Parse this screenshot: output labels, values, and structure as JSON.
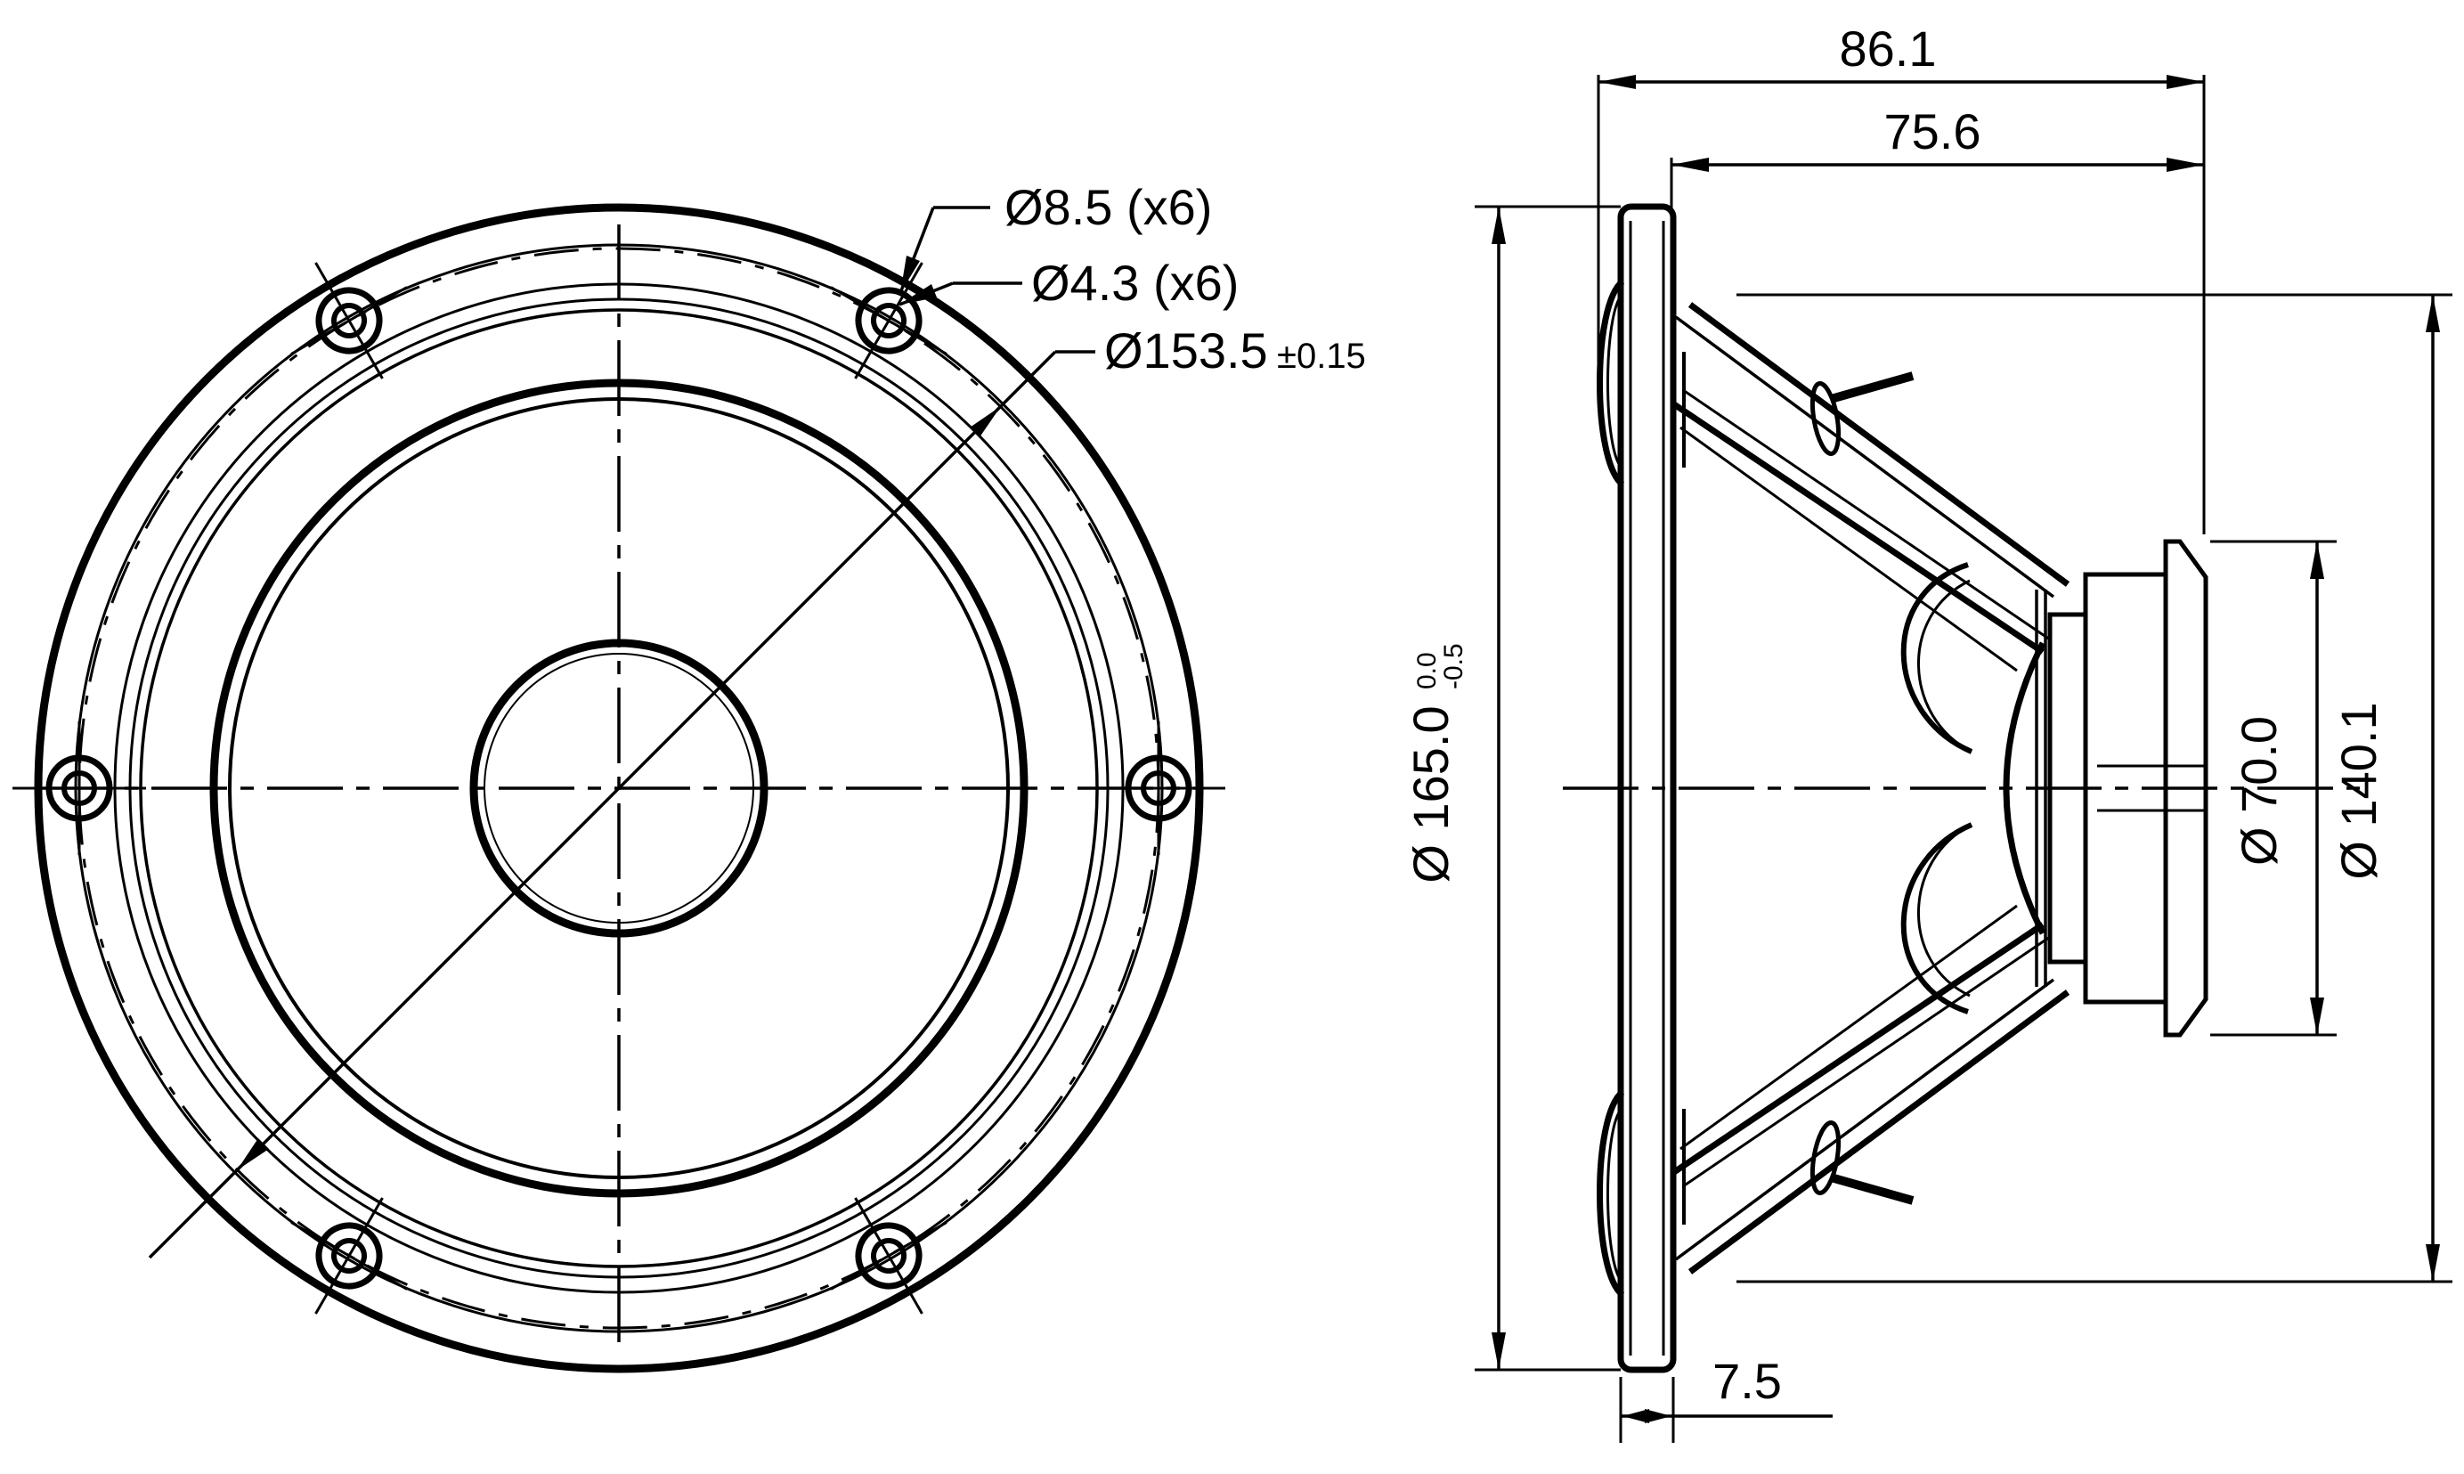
{
  "drawing": {
    "type": "loudspeaker-driver-dimensional-drawing",
    "line_color": "#000000",
    "background": "#ffffff",
    "front_view": {
      "labels": {
        "mount_hole_outer": "Ø8.5 (x6)",
        "mount_hole_inner": "Ø4.3 (x6)",
        "bolt_circle": "Ø153.5",
        "bolt_circle_tolerance": "±0.15"
      },
      "hole_count": 6
    },
    "side_view": {
      "labels": {
        "overall_depth": "86.1",
        "depth_behind_flange": "75.6",
        "flange_thickness": "7.5",
        "overall_diameter": "Ø 165.0",
        "overall_diameter_tol_upper": "0.0",
        "overall_diameter_tol_lower": "-0.5",
        "magnet_diameter": "Ø 70.0",
        "cone_diameter": "Ø 140.1"
      }
    }
  }
}
